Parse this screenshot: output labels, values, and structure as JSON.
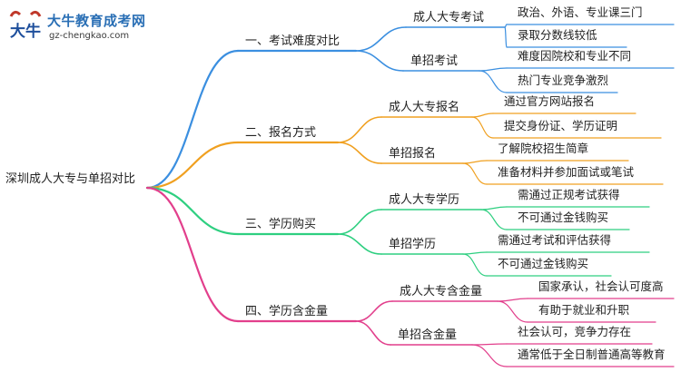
{
  "logo": {
    "name_cn": "大牛教育成考网",
    "url": "gz-chengkao.com",
    "mark_text": "大牛"
  },
  "colors": {
    "blue": "#3b8fe0",
    "orange": "#f0a020",
    "green": "#2ecf80",
    "magenta": "#e23f8c"
  },
  "root": "深圳成人大专与单招对比",
  "branches": [
    {
      "label": "一、考试难度对比",
      "color": "blue",
      "children": [
        {
          "label": "成人大专考试",
          "leaves": [
            "政治、外语、专业课三门",
            "录取分数线较低"
          ]
        },
        {
          "label": "单招考试",
          "leaves": [
            "难度因院校和专业不同",
            "热门专业竞争激烈"
          ]
        }
      ]
    },
    {
      "label": "二、报名方式",
      "color": "orange",
      "children": [
        {
          "label": "成人大专报名",
          "leaves": [
            "通过官方网站报名",
            "提交身份证、学历证明"
          ]
        },
        {
          "label": "单招报名",
          "leaves": [
            "了解院校招生简章",
            "准备材料并参加面试或笔试"
          ]
        }
      ]
    },
    {
      "label": "三、学历购买",
      "color": "green",
      "children": [
        {
          "label": "成人大专学历",
          "leaves": [
            "需通过正规考试获得",
            "不可通过金钱购买"
          ]
        },
        {
          "label": "单招学历",
          "leaves": [
            "需通过考试和评估获得",
            "不可通过金钱购买"
          ]
        }
      ]
    },
    {
      "label": "四、学历含金量",
      "color": "magenta",
      "children": [
        {
          "label": "成人大专含金量",
          "leaves": [
            "国家承认，社会认可度高",
            "有助于就业和升职"
          ]
        },
        {
          "label": "单招含金量",
          "leaves": [
            "社会认可，竞争力存在",
            "通常低于全日制普通高等教育"
          ]
        }
      ]
    }
  ]
}
